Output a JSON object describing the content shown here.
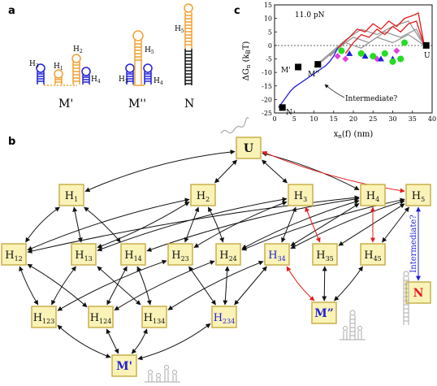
{
  "panel_labels": {
    "a": "a",
    "b": "b",
    "c": "c"
  },
  "panel_a": {
    "structures": [
      {
        "name": "M'",
        "hairpins": [
          "H3",
          "H1",
          "H2",
          "H4"
        ]
      },
      {
        "name": "M''",
        "hairpins": [
          "H3",
          "H5",
          "H4"
        ]
      },
      {
        "name": "N",
        "hairpins": [
          "H5"
        ]
      }
    ]
  },
  "panel_b": {
    "nodes": {
      "U": "U",
      "H1": "H1",
      "H2": "H2",
      "H3": "H3",
      "H4": "H4",
      "H5": "H5",
      "H12": "H12",
      "H13": "H13",
      "H14": "H14",
      "H23": "H23",
      "H24": "H24",
      "H34": "H34",
      "H35": "H35",
      "H45": "H45",
      "N": "N",
      "H123": "H123",
      "H124": "H124",
      "H134": "H134",
      "H234": "H234",
      "Mpp": "M”",
      "Mp": "M'"
    },
    "intermediate_label": "Intermediate?",
    "colors": {
      "node_fill": "#faf3b8",
      "node_stroke": "#c8b04a",
      "red": "#e41a1c",
      "blue": "#1f1fd6",
      "black": "#111111"
    }
  },
  "panel_c": {
    "force_label": "11.0 pN",
    "state_labels": {
      "Mp": "M'",
      "Mpp": "M''",
      "N": "N",
      "U": "U"
    },
    "intermediate_label": "Intermediate?",
    "chart_data": {
      "type": "line",
      "xlabel": "x_n(f) (nm)",
      "ylabel": "ΔG_n (k_BT)",
      "xlim": [
        0,
        40
      ],
      "ylim": [
        -25,
        15
      ],
      "xticks": [
        "0",
        "5",
        "10",
        "15",
        "20",
        "25",
        "30",
        "35",
        "40"
      ],
      "yticks": [
        "-25",
        "-20",
        "-15",
        "-10",
        "-5",
        "0",
        "5",
        "10",
        "15"
      ],
      "reference_line": 0,
      "series": [
        {
          "color": "#1f1fd6",
          "x": [
            1,
            2,
            3,
            4,
            5,
            6,
            7,
            8,
            9,
            10,
            11,
            12,
            13,
            14,
            15,
            16
          ],
          "y": [
            -23,
            -21,
            -19,
            -17,
            -15.5,
            -14.5,
            -13.5,
            -12.5,
            -11.5,
            -10.5,
            -9.5,
            -8.5,
            -7.5,
            -6,
            -4,
            -1
          ]
        },
        {
          "color": "#e41a1c",
          "x": [
            16,
            19,
            21,
            23,
            25,
            27,
            29,
            31,
            33,
            35,
            36.5,
            38
          ],
          "y": [
            -1,
            3,
            6,
            5,
            8,
            6,
            9,
            7,
            10,
            11,
            12,
            0
          ]
        },
        {
          "color": "#e41a1c",
          "x": [
            18,
            20,
            22,
            24,
            26,
            28,
            30,
            32,
            34,
            36,
            38
          ],
          "y": [
            -3,
            1,
            4,
            3,
            6,
            4,
            7,
            5,
            8,
            9,
            0
          ]
        },
        {
          "color": "#999999",
          "x": [
            10,
            14,
            18,
            22,
            26,
            30,
            34,
            38
          ],
          "y": [
            -8,
            -3,
            2,
            6,
            4,
            7,
            9,
            0
          ]
        },
        {
          "color": "#999999",
          "x": [
            12,
            16,
            20,
            24,
            28,
            32,
            36,
            38
          ],
          "y": [
            -6,
            -1,
            3,
            1,
            5,
            3,
            6,
            0
          ]
        },
        {
          "color": "#999999",
          "x": [
            14,
            18,
            22,
            26,
            30,
            34,
            38
          ],
          "y": [
            -4,
            1,
            -1,
            3,
            1,
            4,
            0
          ]
        }
      ],
      "markers": [
        {
          "shape": "square",
          "color": "#000000",
          "x": [
            6,
            11,
            2,
            38.5
          ],
          "y": [
            -8,
            -7,
            -23,
            0
          ]
        },
        {
          "shape": "diamond",
          "color": "#e040e0",
          "x": [
            16,
            18,
            22,
            26,
            31
          ],
          "y": [
            -4,
            -5,
            -3,
            -5,
            -2
          ]
        },
        {
          "shape": "triangle",
          "color": "#1f1fd6",
          "x": [
            19,
            23,
            27,
            30
          ],
          "y": [
            -3,
            -4,
            -5,
            -5
          ]
        },
        {
          "shape": "circle",
          "color": "#22dd22",
          "x": [
            17,
            22,
            25,
            28,
            30,
            32,
            33
          ],
          "y": [
            -2,
            -3,
            -4,
            -3,
            -6,
            -5,
            1
          ]
        }
      ]
    }
  }
}
